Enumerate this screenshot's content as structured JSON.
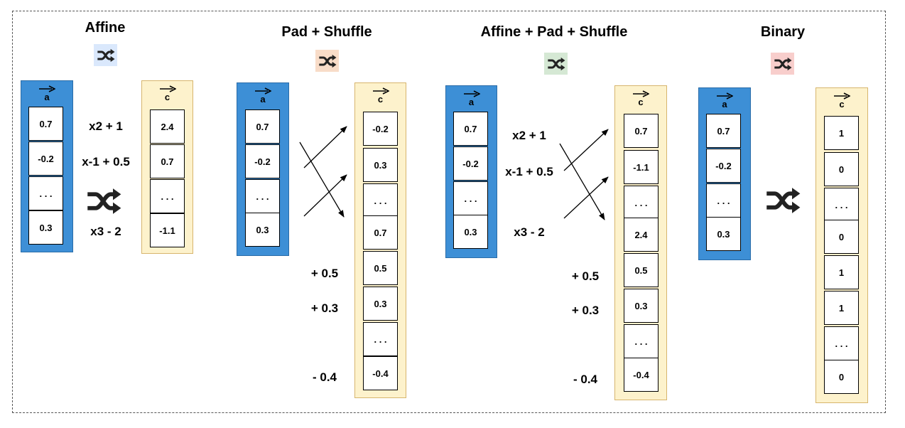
{
  "sections": [
    {
      "title": "Affine",
      "badge_color": "#dae8fc",
      "input": {
        "label": "a",
        "values": [
          "0.7",
          "-0.2",
          ". . .",
          "0.3"
        ]
      },
      "ops": [
        "x2 + 1",
        "x-1 + 0.5",
        "x3 - 2"
      ],
      "output": {
        "label": "c",
        "values": [
          "2.4",
          "0.7",
          ". . .",
          "-1.1"
        ]
      }
    },
    {
      "title": "Pad + Shuffle",
      "badge_color": "#f8dcc8",
      "input": {
        "label": "a",
        "values": [
          "0.7",
          "-0.2",
          ". . .",
          "0.3"
        ]
      },
      "pads": [
        "+ 0.5",
        "+ 0.3",
        "- 0.4"
      ],
      "output": {
        "label": "c",
        "values": [
          "-0.2",
          "0.3",
          ". . .",
          "0.7",
          "0.5",
          "0.3",
          ". . .",
          "-0.4"
        ]
      }
    },
    {
      "title": "Affine + Pad + Shuffle",
      "badge_color": "#d5e8d4",
      "input": {
        "label": "a",
        "values": [
          "0.7",
          "-0.2",
          ". . .",
          "0.3"
        ]
      },
      "ops": [
        "x2 + 1",
        "x-1 + 0.5",
        "x3 - 2"
      ],
      "pads": [
        "+ 0.5",
        "+ 0.3",
        "- 0.4"
      ],
      "output": {
        "label": "c",
        "values": [
          "0.7",
          "-1.1",
          ". . .",
          "2.4",
          "0.5",
          "0.3",
          ". . .",
          "-0.4"
        ]
      }
    },
    {
      "title": "Binary",
      "badge_color": "#f8cecc",
      "input": {
        "label": "a",
        "values": [
          "0.7",
          "-0.2",
          ". . .",
          "0.3"
        ]
      },
      "output": {
        "label": "c",
        "values": [
          "1",
          "0",
          ". . .",
          "0",
          "1",
          "1",
          ". . .",
          "0"
        ]
      }
    }
  ]
}
